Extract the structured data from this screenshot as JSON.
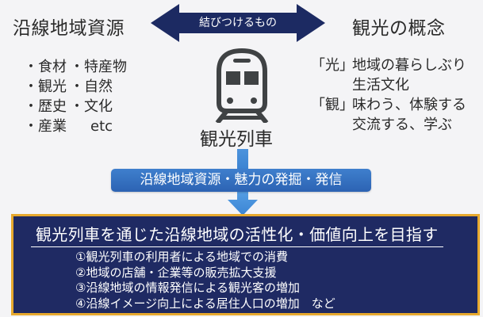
{
  "headings": {
    "left": "沿線地域資源",
    "right": "観光の概念"
  },
  "connector": {
    "label": "結びつけるもの",
    "color": "#1c2a62",
    "icon": "double-arrow-icon"
  },
  "resources": {
    "rows": [
      {
        "col1": "・食材",
        "col2": "・特産物"
      },
      {
        "col1": "・観光",
        "col2": "・自然"
      },
      {
        "col1": "・歴史",
        "col2": "・文化"
      },
      {
        "col1": "・産業",
        "col2": "etc"
      }
    ]
  },
  "center": {
    "icon": "train-icon",
    "label": "観光列車",
    "icon_color": "#3f4244"
  },
  "concepts": {
    "rows": [
      {
        "key": "「光」",
        "value": "地域の暮らしぶり"
      },
      {
        "key": "",
        "value": "生活文化"
      },
      {
        "key": "「観」",
        "value": "味わう、体験する"
      },
      {
        "key": "",
        "value": "交流する、学ぶ"
      }
    ]
  },
  "banner": {
    "label": "沿線地域資源・魅力の発掘・発信",
    "color": "#2f6bbc"
  },
  "goal": {
    "title": "観光列車を通じた沿線地域の活性化・価値向上を目指す",
    "items": [
      "①観光列車の利用者による地域での消費",
      "②地域の店舗・企業等の販売拡大支援",
      "③沿線地域の情報発信による観光客の増加",
      "④沿線イメージ向上による居住人口の増加　など"
    ],
    "background": "#1f2a63",
    "border": "#e7a92e"
  }
}
